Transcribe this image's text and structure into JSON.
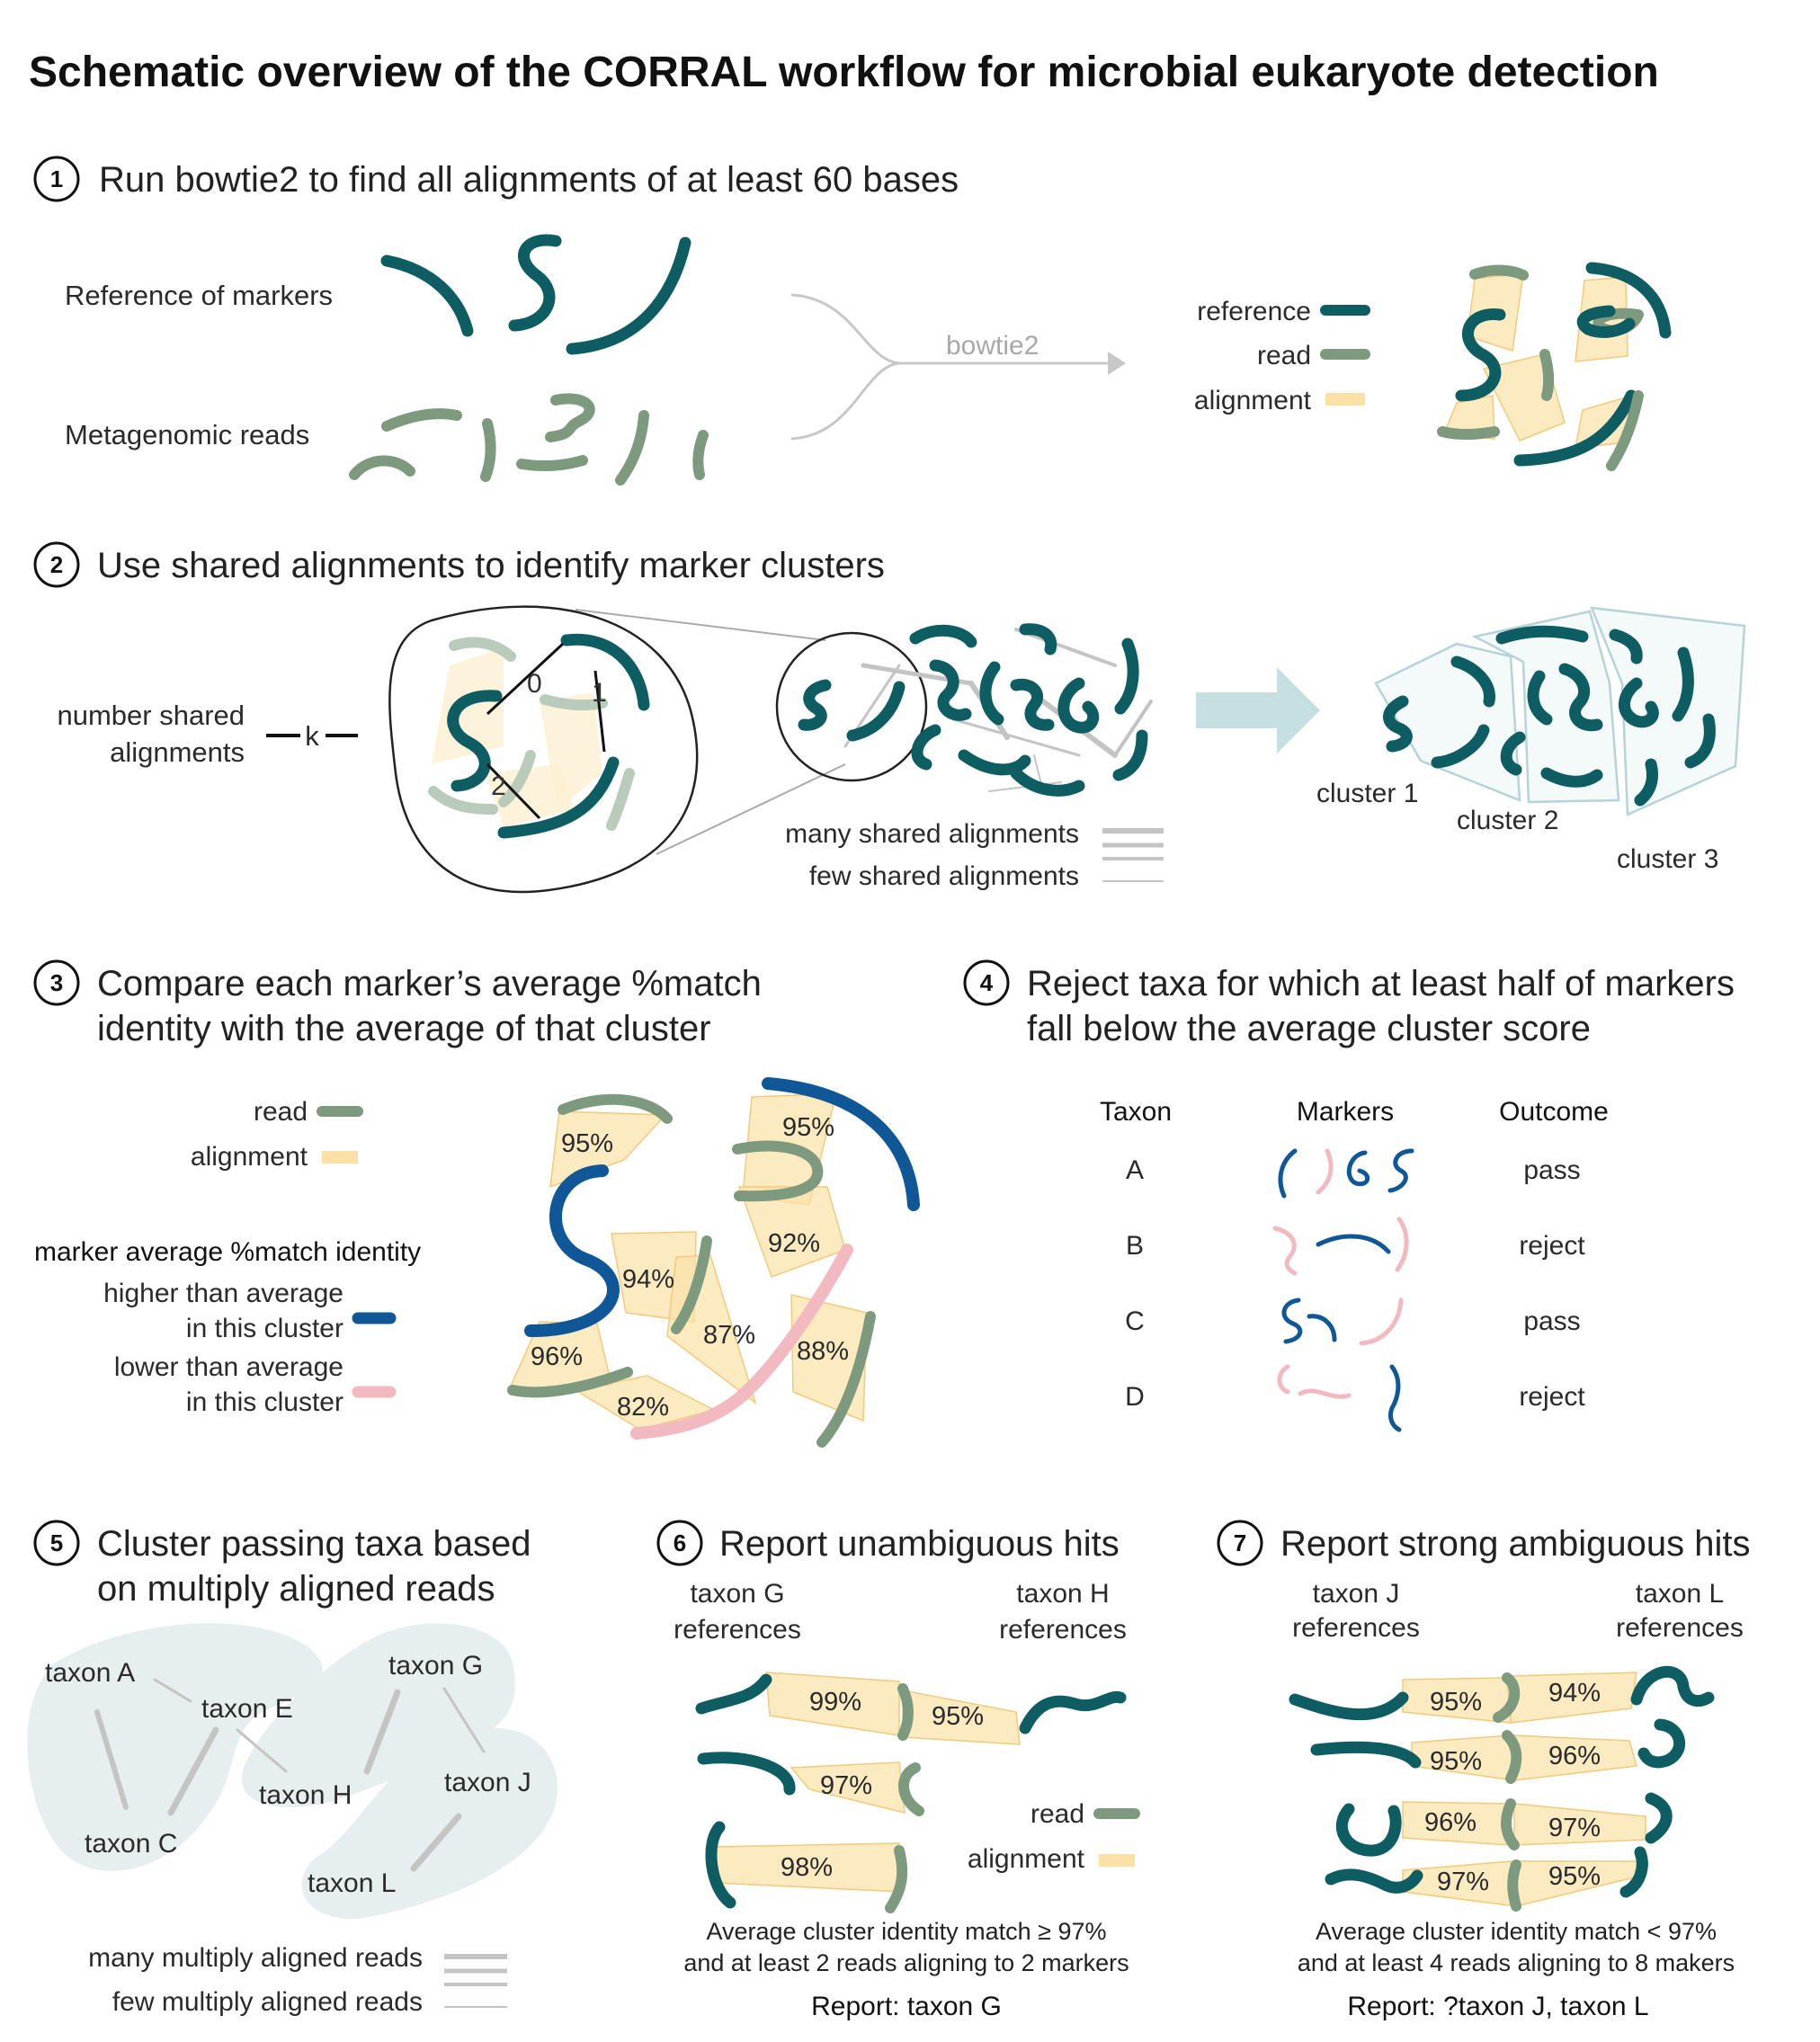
{
  "title": "Schematic overview of the CORRAL workflow for microbial eukaryote detection",
  "colors": {
    "reference": "#0e5d63",
    "read": "#7d9a7e",
    "alignment": "#fbe1a6",
    "higher": "#0f5797",
    "lower": "#f2b9c0",
    "cluster_bg": "#e6eef0"
  },
  "step1": {
    "num": "1",
    "heading": "Run bowtie2 to find all alignments of at least 60 bases",
    "ref_label": "Reference of markers",
    "reads_label": "Metagenomic reads",
    "tool": "bowtie2",
    "legend": {
      "reference": "reference",
      "read": "read",
      "alignment": "alignment"
    }
  },
  "step2": {
    "num": "2",
    "heading": "Use shared alignments to identify marker clusters",
    "shared_label_1": "number shared",
    "shared_label_2": "alignments",
    "k": "k",
    "edge_labels": [
      "0",
      "1",
      "2"
    ],
    "legend_many": "many shared alignments",
    "legend_few": "few shared alignments",
    "clusters": [
      "cluster 1",
      "cluster 2",
      "cluster 3"
    ]
  },
  "step3": {
    "num": "3",
    "heading_1": "Compare each marker’s average %match",
    "heading_2": "identity with the average of that cluster",
    "legend_read": "read",
    "legend_alignment": "alignment",
    "identity_title": "marker average %match identity",
    "higher_1": "higher than average",
    "higher_2": "in this cluster",
    "lower_1": "lower than average",
    "lower_2": "in this cluster",
    "percentages": [
      "95%",
      "95%",
      "92%",
      "94%",
      "87%",
      "88%",
      "96%",
      "82%"
    ]
  },
  "step4": {
    "num": "4",
    "heading_1": "Reject taxa for which at least half of markers",
    "heading_2": "fall below the average cluster score",
    "col_taxon": "Taxon",
    "col_markers": "Markers",
    "col_outcome": "Outcome",
    "rows": [
      {
        "taxon": "A",
        "outcome": "pass"
      },
      {
        "taxon": "B",
        "outcome": "reject"
      },
      {
        "taxon": "C",
        "outcome": "pass"
      },
      {
        "taxon": "D",
        "outcome": "reject"
      }
    ]
  },
  "step5": {
    "num": "5",
    "heading_1": "Cluster passing taxa based",
    "heading_2": "on multiply aligned reads",
    "taxa": [
      "taxon A",
      "taxon E",
      "taxon G",
      "taxon H",
      "taxon J",
      "taxon C",
      "taxon L"
    ],
    "legend_many": "many multiply aligned reads",
    "legend_few": "few multiply aligned reads"
  },
  "step6": {
    "num": "6",
    "heading": "Report unambiguous hits",
    "left_1": "taxon G",
    "left_2": "references",
    "right_1": "taxon H",
    "right_2": "references",
    "percentages": [
      "99%",
      "95%",
      "97%",
      "98%"
    ],
    "legend_read": "read",
    "legend_alignment": "alignment",
    "criteria_1": "Average cluster identity match ≥ 97%",
    "criteria_2": "and at least 2 reads aligning to 2 markers",
    "report": "Report: taxon G"
  },
  "step7": {
    "num": "7",
    "heading": "Report strong ambiguous hits",
    "left_1": "taxon J",
    "left_2": "references",
    "right_1": "taxon L",
    "right_2": "references",
    "percentages": [
      "95%",
      "94%",
      "95%",
      "96%",
      "96%",
      "97%",
      "97%",
      "95%"
    ],
    "criteria_1": "Average cluster identity match < 97%",
    "criteria_2": "and at least 4 reads aligning to 8 makers",
    "report": "Report: ?taxon J, taxon L"
  }
}
